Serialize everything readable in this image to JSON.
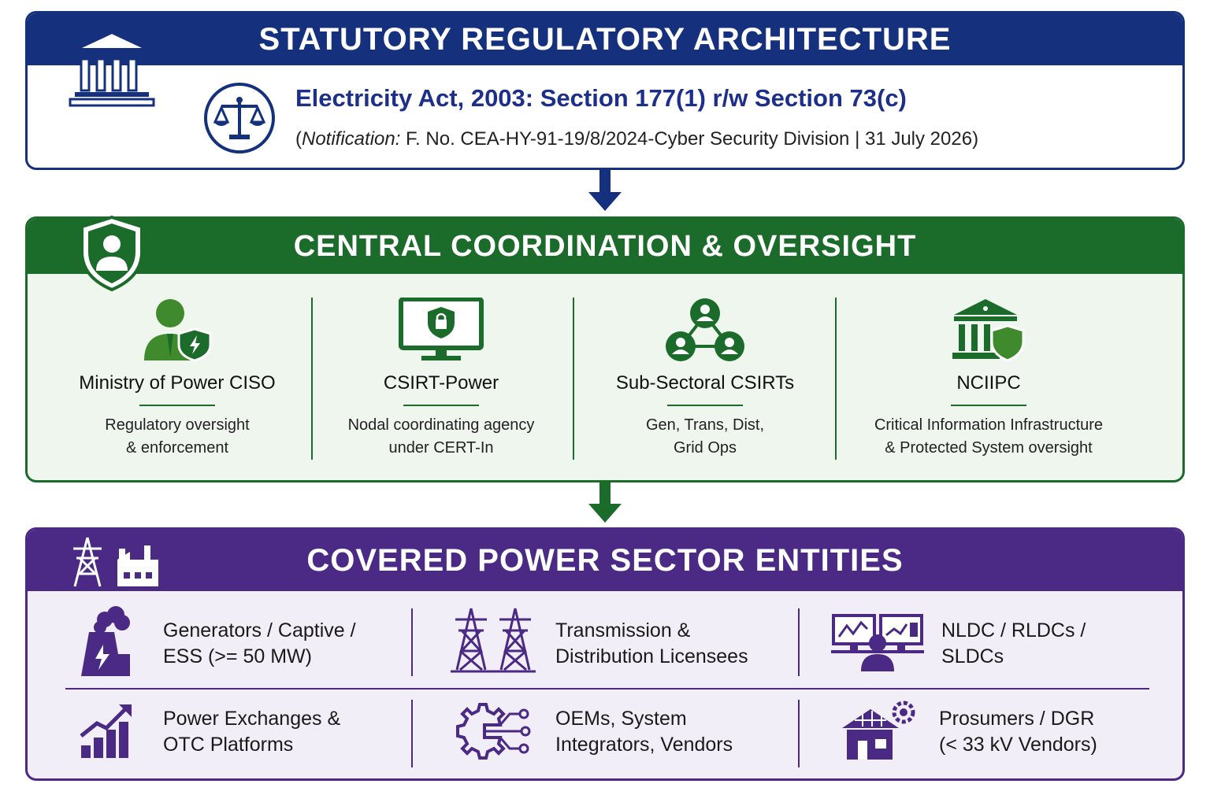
{
  "panel1": {
    "title": "STATUTORY REGULATORY ARCHITECTURE",
    "act_title": "Electricity Act, 2003: Section 177(1) r/w Section 73(c)",
    "notification_prefix": "(",
    "notification_label": "Notification:",
    "notification_text": " F. No. CEA-HY-91-19/8/2024-Cyber Security Division | 31 July 2026)",
    "color": "#15317e"
  },
  "panel2": {
    "title": "CENTRAL COORDINATION & OVERSIGHT",
    "color": "#1b6b2b",
    "items": [
      {
        "title": "Ministry of Power CISO",
        "desc1": "Regulatory oversight",
        "desc2": "& enforcement",
        "icon": "person-shield-icon"
      },
      {
        "title": "CSIRT-Power",
        "desc1": "Nodal coordinating agency",
        "desc2": "under CERT-In",
        "icon": "monitor-lock-icon"
      },
      {
        "title": "Sub-Sectoral CSIRTs",
        "desc1": "Gen, Trans, Dist,",
        "desc2": "Grid Ops",
        "icon": "network-people-icon"
      },
      {
        "title": "NCIIPC",
        "desc1": "Critical Information Infrastructure",
        "desc2": "& Protected System oversight",
        "icon": "building-shield-icon"
      }
    ]
  },
  "panel3": {
    "title": "COVERED POWER SECTOR ENTITIES",
    "color": "#4a2a85",
    "items": [
      {
        "line1": "Generators / Captive /",
        "line2": "ESS (>= 50 MW)",
        "icon": "power-plant-icon"
      },
      {
        "line1": "Transmission &",
        "line2": "Distribution Licensees",
        "icon": "transmission-tower-icon"
      },
      {
        "line1": "NLDC / RLDCs /",
        "line2": "SLDCs",
        "icon": "control-room-icon"
      },
      {
        "line1": "Power Exchanges &",
        "line2": "OTC Platforms",
        "icon": "growth-chart-icon"
      },
      {
        "line1": "OEMs, System",
        "line2": "Integrators, Vendors",
        "icon": "gear-circuit-icon"
      },
      {
        "line1": "Prosumers / DGR",
        "line2": "(< 33 kV Vendors)",
        "icon": "solar-house-icon"
      }
    ]
  }
}
